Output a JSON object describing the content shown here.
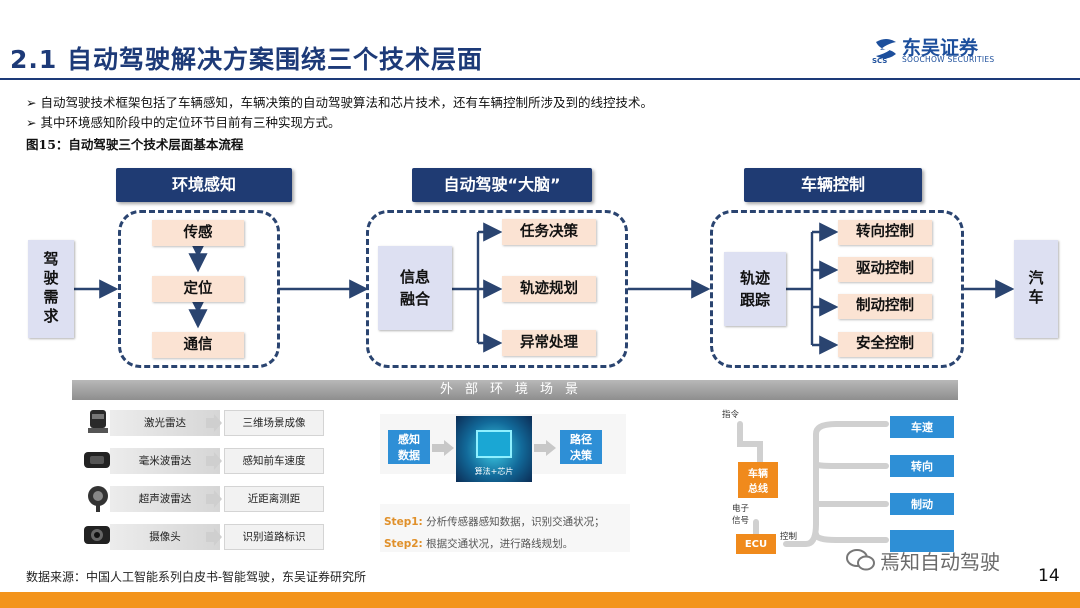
{
  "header": {
    "title": "2.1  自动驾驶解决方案围绕三个技术层面",
    "logo_name": "东吴证券",
    "logo_sub": "SOOCHOW SECURITIES",
    "logo_mark": "SCS"
  },
  "bullets": [
    "自动驾驶技术框架包括了车辆感知，车辆决策的自动驾驶算法和芯片技术，还有车辆控制所涉及到的线控技术。",
    "其中环境感知阶段中的定位环节目前有三种实现方式。"
  ],
  "bullet_marker": "➢",
  "figure_caption": "图15：自动驾驶三个技术层面基本流程",
  "flow": {
    "input": "驾驶需求",
    "output": "汽车",
    "stages": [
      {
        "header": "环境感知",
        "items": [
          "传感",
          "定位",
          "通信"
        ]
      },
      {
        "header": "自动驾驶“大脑”",
        "hub": "信息融合",
        "items": [
          "任务决策",
          "轨迹规划",
          "异常处理"
        ]
      },
      {
        "header": "车辆控制",
        "hub": "轨迹跟踪",
        "items": [
          "转向控制",
          "驱动控制",
          "制动控制",
          "安全控制"
        ]
      }
    ]
  },
  "env_bar": "外部环境场景",
  "sensors": [
    {
      "name": "激光雷达",
      "output": "三维场景成像"
    },
    {
      "name": "毫米波雷达",
      "output": "感知前车速度"
    },
    {
      "name": "超声波雷达",
      "output": "近距离测距"
    },
    {
      "name": "摄像头",
      "output": "识别道路标识"
    }
  ],
  "brain_panel": {
    "input": "感知数据",
    "chip": "算法+芯片",
    "output": "路径决策",
    "steps": [
      {
        "label": "Step1:",
        "text": "分析传感器感知数据，识别交通状况；"
      },
      {
        "label": "Step2:",
        "text": "根据交通状况，进行路线规划。"
      }
    ]
  },
  "control_panel": {
    "command": "指令",
    "bus": "车辆总线",
    "signal": "电子信号",
    "ecu": "ECU",
    "control": "控制",
    "outputs": [
      "车速",
      "转向",
      "制动"
    ]
  },
  "footer": {
    "source": "数据来源：中国人工智能系列白皮书-智能驾驶，东吴证券研究所",
    "page": "14",
    "watermark": "焉知自动驾驶"
  }
}
